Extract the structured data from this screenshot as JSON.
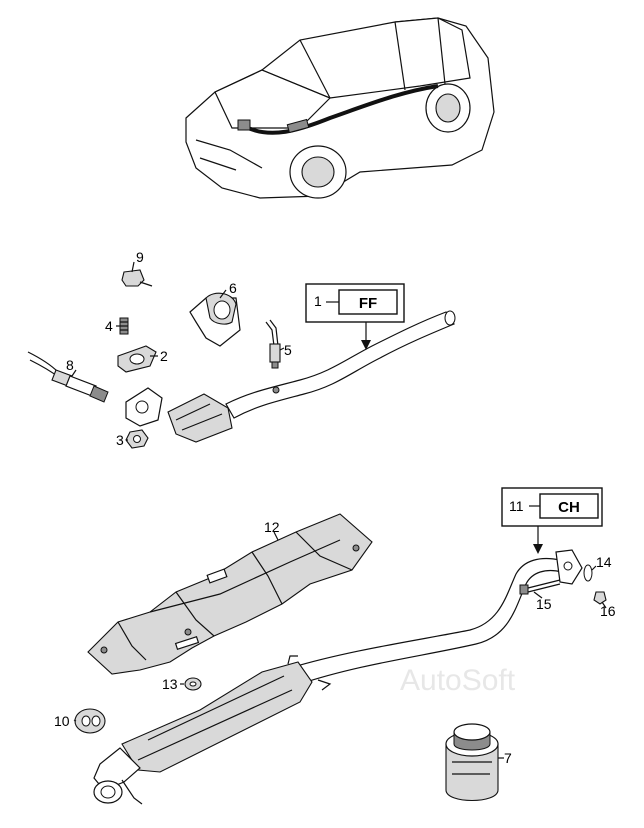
{
  "callouts": {
    "c1": "1",
    "c2": "2",
    "c3": "3",
    "c4": "4",
    "c5": "5",
    "c6": "6",
    "c7": "7",
    "c8": "8",
    "c9": "9",
    "c10": "10",
    "c11": "11",
    "c12": "12",
    "c13": "13",
    "c14": "14",
    "c15": "15",
    "c16": "16"
  },
  "variant_boxes": {
    "front": "FF",
    "center": "CH"
  },
  "watermark": "AutoSoft"
}
